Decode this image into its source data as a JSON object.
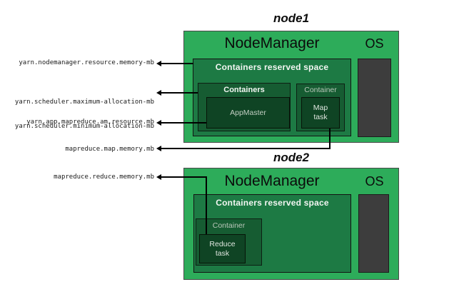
{
  "colors": {
    "node-green": "#2dac5a",
    "reserved-green": "#1d7a44",
    "container-green": "#165c32",
    "task-green": "#0f4424",
    "os-gray": "#3d3d3d"
  },
  "node1": {
    "title": "node1",
    "node_manager": "NodeManager",
    "os": "OS",
    "reserved": "Containers reserved space",
    "containers": "Containers",
    "appmaster": "AppMaster",
    "container": "Container",
    "map_task_line1": "Map",
    "map_task_line2": "task"
  },
  "node2": {
    "title": "node2",
    "node_manager": "NodeManager",
    "os": "OS",
    "reserved": "Containers reserved space",
    "container": "Container",
    "reduce_task_line1": "Reduce",
    "reduce_task_line2": "task"
  },
  "labels": {
    "nodemanager_memory": "yarn.nodemanager.resource.memory-mb",
    "scheduler_max": "yarn.scheduler.maximum-allocation-mb",
    "scheduler_min": "yarn.scheduler.minimum-allocation-mb",
    "am_resource": "yarn.app.mapreduce.am.resource.mb",
    "map_memory": "mapreduce.map.memory.mb",
    "reduce_memory": "mapreduce.reduce.memory.mb"
  }
}
